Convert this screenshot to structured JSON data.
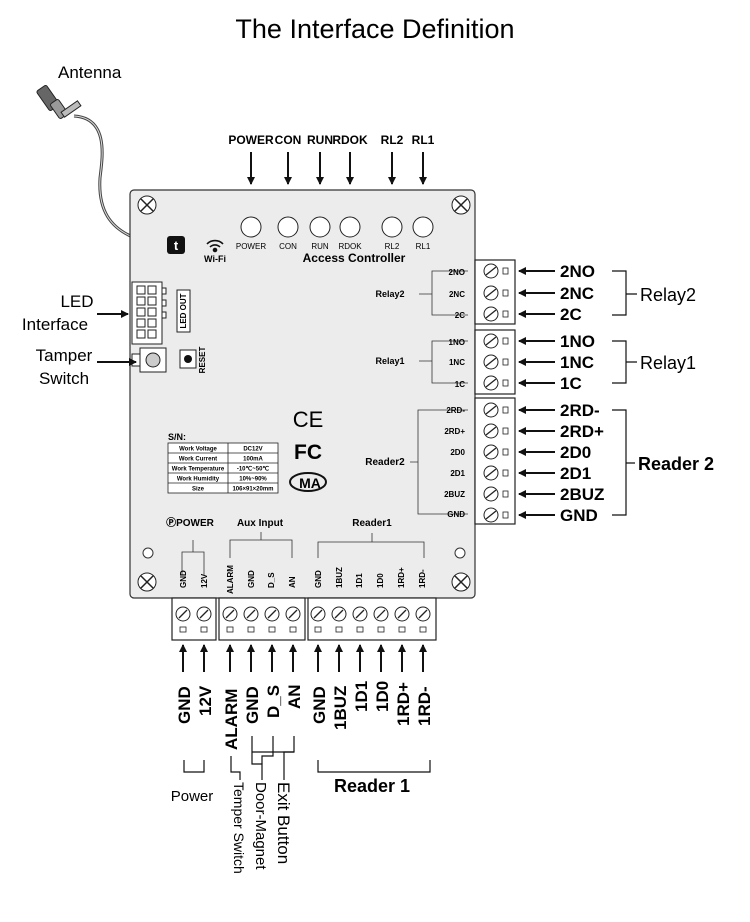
{
  "title": "The Interface Definition",
  "callouts": {
    "antenna": "Antenna",
    "led_line1": "LED",
    "led_line2": "Interface",
    "tamper_line1": "Tamper",
    "tamper_line2": "Switch"
  },
  "board": {
    "leds": [
      "POWER",
      "CON",
      "RUN",
      "RDOK",
      "RL2",
      "RL1"
    ],
    "led_captions": [
      "POWER",
      "CON",
      "RUN",
      "RDOK",
      "RL2",
      "RL1"
    ],
    "name": "Access Controller",
    "wifi": "Wi-Fi",
    "tuya_glyph": "t",
    "led_out": "LED OUT",
    "reset": "RESET",
    "relay2_label": "Relay2",
    "relay1_label": "Relay1",
    "reader2_label": "Reader2",
    "power_label": "ⓅPOWER",
    "aux_label": "Aux Input",
    "reader1_label": "Reader1",
    "ce_mark": "CE",
    "fc_mark": "FC",
    "ma_mark": "MA",
    "spec_header": "S/N:",
    "specs": [
      [
        "Work Voltage",
        "DC12V"
      ],
      [
        "Work Current",
        "100mA"
      ],
      [
        "Work Temperature",
        "-10℃~50℃"
      ],
      [
        "Work Humidity",
        "10%~90%"
      ],
      [
        "Size",
        "106×91×20mm"
      ]
    ]
  },
  "right_terminals": {
    "relay2": [
      "2NO",
      "2NC",
      "2C"
    ],
    "relay1": [
      "1NO",
      "1NC",
      "1C"
    ],
    "reader2": [
      "2RD-",
      "2RD+",
      "2D0",
      "2D1",
      "2BUZ",
      "GND"
    ]
  },
  "right_labels": {
    "relay2": [
      "2NO",
      "2NC",
      "2C"
    ],
    "relay1": [
      "1NO",
      "1NC",
      "1C"
    ],
    "reader2": [
      "2RD-",
      "2RD+",
      "2D0",
      "2D1",
      "2BUZ",
      "GND"
    ],
    "relay2_group": "Relay2",
    "relay1_group": "Relay1",
    "reader2_group": "Reader 2"
  },
  "bottom_terminals": {
    "power": [
      "GND",
      "12V"
    ],
    "aux": [
      "ALARM",
      "GND",
      "D_S",
      "AN"
    ],
    "reader1": [
      "GND",
      "1BUZ",
      "1D1",
      "1D0",
      "1RD+",
      "1RD-"
    ]
  },
  "bottom_labels": {
    "power": [
      "GND",
      "12V"
    ],
    "aux": [
      "ALARM",
      "GND",
      "D_S",
      "AN"
    ],
    "reader1": [
      "GND",
      "1BUZ",
      "1D1",
      "1D0",
      "1RD+",
      "1RD-"
    ],
    "power_group": "Power",
    "reader1_group": "Reader 1",
    "tamper_group": "Temper Switch",
    "door_group": "Door-Magnet",
    "exit_group": "Exit Button"
  }
}
